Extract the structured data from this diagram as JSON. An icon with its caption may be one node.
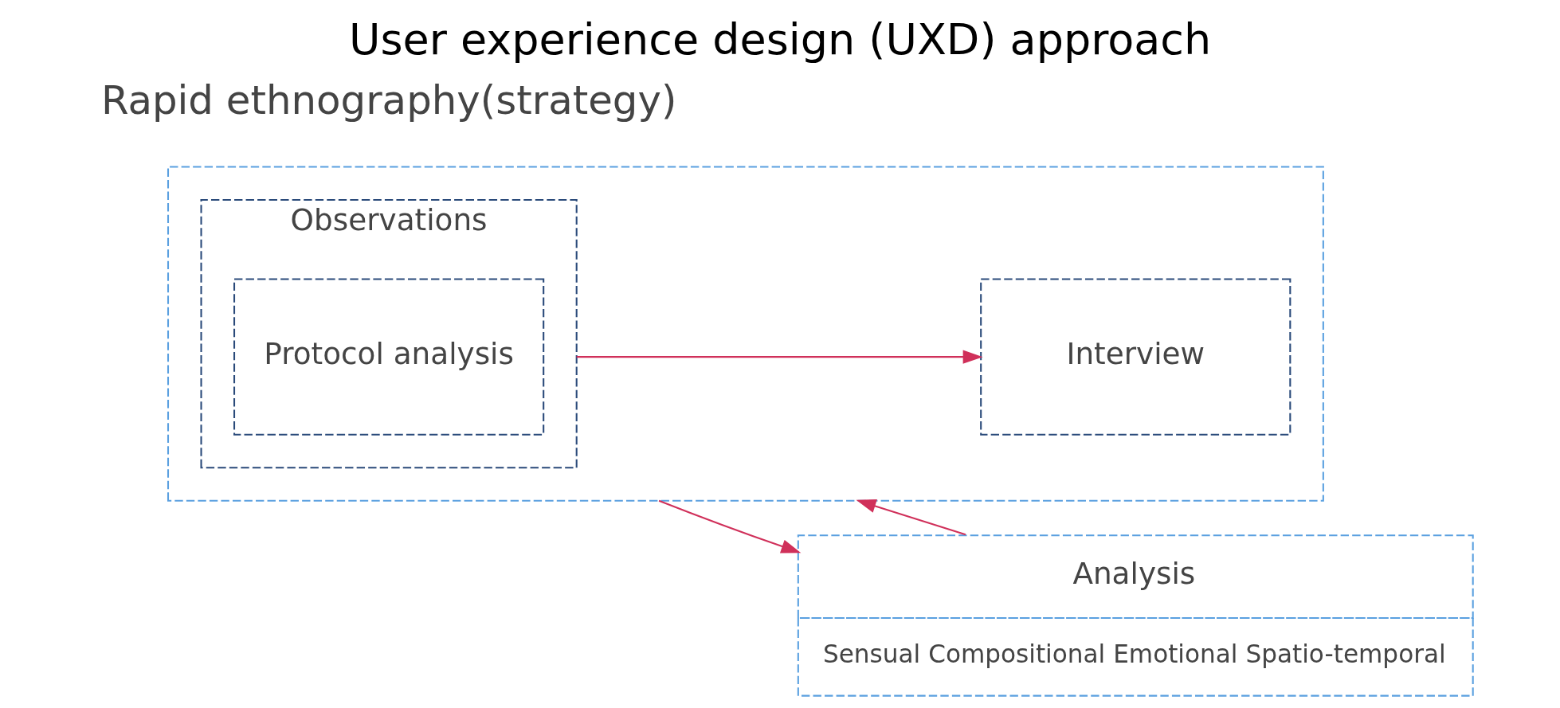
{
  "diagram": {
    "title": "User experience design (UXD) approach",
    "nodes": [
      {
        "text": [],
        "shape": "box"
      },
      {
        "text": [
          "Observations"
        ],
        "in": 0
      },
      {
        "text": [
          "Protocol analysis"
        ],
        "in": 1
      },
      {
        "text": [
          "Interview"
        ],
        "in": 0
      },
      {
        "text": [
          "Analysis",
          "Sensual Compositional Emotional Spatio-temporal"
        ]
      }
    ],
    "edges": [
      {
        "from": 1,
        "to": 3,
        "arrow": "to"
      },
      {
        "from": 0,
        "to": 4,
        "arrow": "to"
      },
      {
        "from": 4,
        "to": 0,
        "arrow": "to"
      }
    ],
    "labels": [
      "Rapid ethnography(strategy)"
    ]
  }
}
